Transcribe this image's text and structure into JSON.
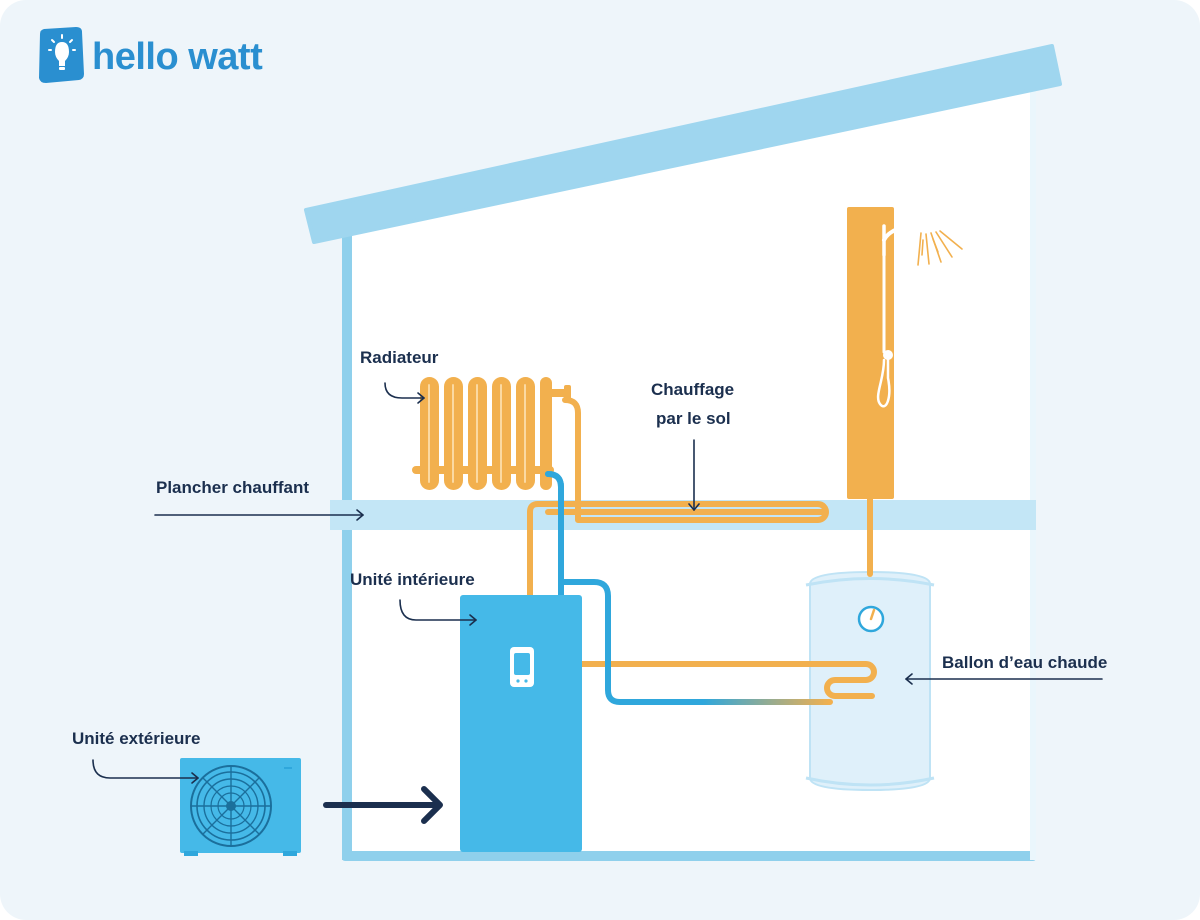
{
  "brand": {
    "name": "hello watt",
    "logo_icon": "lightbulb-icon"
  },
  "labels": {
    "radiator": "Radiateur",
    "floor_heating_line1": "Chauffage",
    "floor_heating_line2": "par le sol",
    "heated_floor": "Plancher chauffant",
    "indoor_unit": "Unité intérieure",
    "hot_water_tank": "Ballon d’eau chaude",
    "outdoor_unit": "Unité extérieure"
  },
  "colors": {
    "background": "#eef5fa",
    "house_wall": "#8fd0ec",
    "roof": "#9fd6ef",
    "floor_band": "#c3e6f6",
    "hot_pipe": "#f2b04e",
    "cold_pipe": "#2fa7dc",
    "indoor_unit": "#45b9e8",
    "label_text": "#1b2f4e",
    "brand": "#2a8fd0"
  }
}
